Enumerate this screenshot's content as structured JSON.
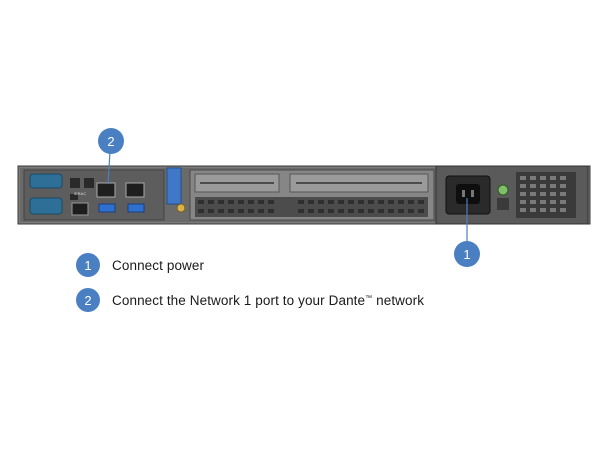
{
  "callouts": [
    {
      "number": "2",
      "target": "network-1-port"
    },
    {
      "number": "1",
      "target": "power-inlet"
    }
  ],
  "panel_labels": {
    "idrac": "iDRAC"
  },
  "steps": [
    {
      "number": "1",
      "text": "Connect power"
    },
    {
      "number": "2",
      "text_before": "Connect the Network 1 port to your Dante",
      "trademark": "™",
      "text_after": " network"
    }
  ],
  "colors": {
    "accent": "#4a7fc1",
    "chassis": "#6e6e6e",
    "text": "#1a1a1a"
  }
}
